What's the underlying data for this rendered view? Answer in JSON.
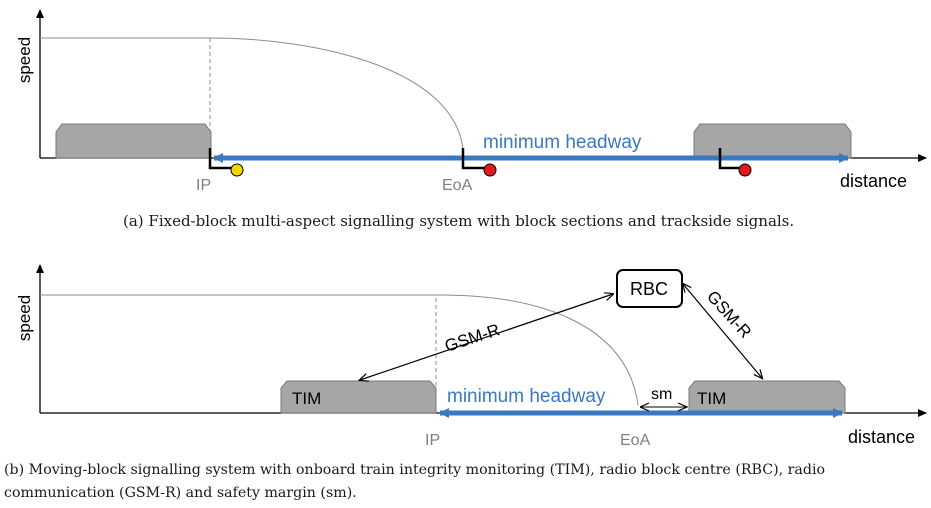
{
  "panel_a": {
    "ylabel": "speed",
    "xlabel": "distance",
    "headway_label": "minimum headway",
    "ip_label": "IP",
    "eoa_label": "EoA",
    "caption": "(a)  Fixed-block multi-aspect signalling system with block sections and trackside signals."
  },
  "panel_b": {
    "ylabel": "speed",
    "xlabel": "distance",
    "headway_label": "minimum headway",
    "ip_label": "IP",
    "eoa_label": "EoA",
    "sm_label": "sm",
    "rbc_label": "RBC",
    "gsm_left_label": "GSM-R",
    "gsm_right_label": "GSM-R",
    "tim_left_label": "TIM",
    "tim_right_label": "TIM",
    "caption_line1": "(b)  Moving-block signalling system with onboard train integrity monitoring (TIM), radio block centre (RBC), radio",
    "caption_line2": "communication (GSM-R) and safety margin (sm)."
  },
  "colors": {
    "headway": "#3b78c4",
    "train": "#a6a6a6",
    "signal_yellow": "#f2d600",
    "signal_red": "#e11b1b",
    "label_gray": "#7f7f7f"
  }
}
